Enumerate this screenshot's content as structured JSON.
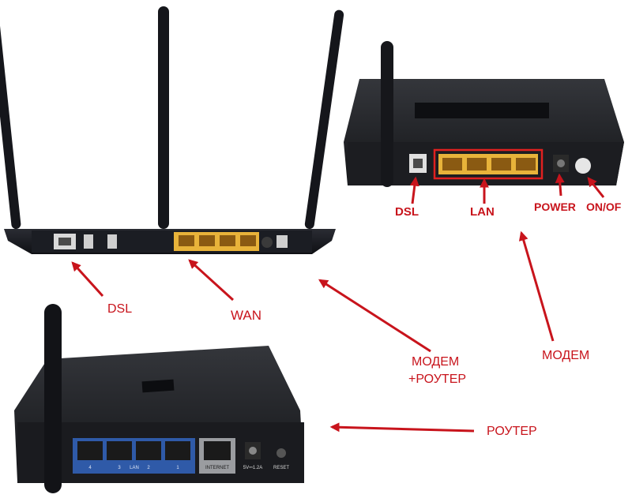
{
  "labels": {
    "top_router_dsl": "DSL",
    "top_router_wan": "WAN",
    "modem_dsl": "DSL",
    "modem_lan": "LAN",
    "modem_power": "POWER",
    "modem_onoff": "ON/OF",
    "modem_router_line1": "МОДЕМ",
    "modem_router_line2": "+РОУТЕР",
    "modem_caption": "МОДЕМ",
    "router_caption": "РОУТЕР"
  },
  "device_markings": {
    "router_lan_label": "LAN",
    "router_port_numbers": [
      "4",
      "3",
      "2",
      "1"
    ],
    "router_internet_label": "INTERNET",
    "router_power_label": "5V⎓1.2A",
    "router_reset_label": "RESET"
  },
  "colors": {
    "annotation": "#c8141c",
    "device_body": "#1d1e22",
    "lan_highlight": "#e8b33a",
    "port_blue": "#2f5aa8"
  },
  "icons": [
    "arrow-icon",
    "antenna-icon",
    "ethernet-port-icon"
  ]
}
